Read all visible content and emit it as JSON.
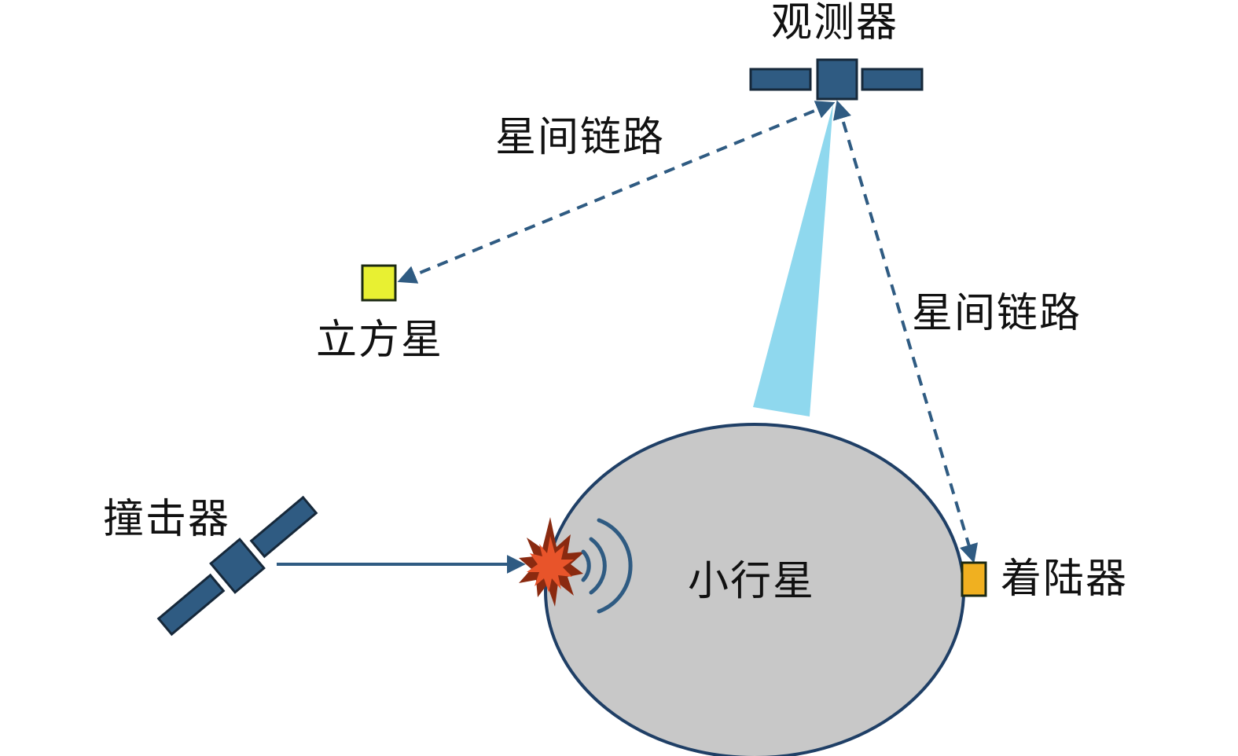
{
  "labels": {
    "observer": "观测器",
    "isl_upper": "星间链路",
    "cubesat": "立方星",
    "isl_right": "星间链路",
    "impactor": "撞击器",
    "asteroid": "小行星",
    "lander": "着陆器"
  },
  "colors": {
    "spacecraft": "#2f5b82",
    "spacecraft_outline": "#16283a",
    "link": "#2f5b82",
    "sensor_beam": "#8fd8ee",
    "asteroid_fill": "#c8c8c8",
    "asteroid_outline": "#1f3f66",
    "cubesat": "#e8f032",
    "lander": "#f0b020",
    "explosion_outer": "#8a2a10",
    "explosion_inner": "#e8542a"
  },
  "icons": {
    "observer": "satellite-icon",
    "impactor": "satellite-icon",
    "cubesat": "square-marker-icon",
    "lander": "square-marker-icon",
    "impact": "explosion-icon",
    "shockwave": "wave-icon"
  }
}
